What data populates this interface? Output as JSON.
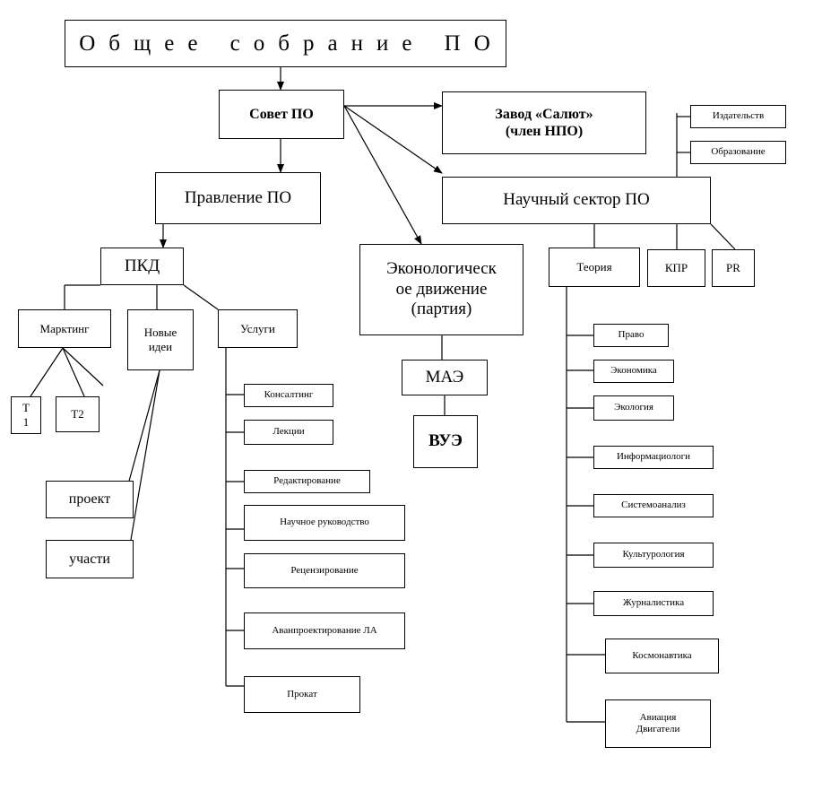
{
  "nodes": {
    "general_meeting": "Общее собрание ПО",
    "council": "Совет ПО",
    "factory": "Завод «Салют»\n(член НПО)",
    "publishing": "Издательств",
    "education": "Образование",
    "board": "Правление ПО",
    "science_sector": "Научный сектор ПО",
    "pkd": "ПКД",
    "eco_movement": "Эконологическ\nое движение\n(партия)",
    "theory": "Теория",
    "kpr": "КПР",
    "pr": "PR",
    "marketing": "Марктинг",
    "new_ideas": "Новые\nидеи",
    "services": "Услуги",
    "t1": "Т\n1",
    "t2": "Т2",
    "project": "проект",
    "participation": "участи",
    "mae": "МАЭ",
    "vue": "ВУЭ",
    "consulting": "Консалтинг",
    "lectures": "Лекции",
    "editing": "Редактирование",
    "scientific_supervision": "Научное руководство",
    "reviewing": "Рецензирование",
    "preliminary_design": "Аванпроектирование ЛА",
    "rental": "Прокат",
    "law": "Право",
    "economics": "Экономика",
    "ecology": "Экология",
    "informatiology": "Информациологи",
    "system_analysis": "Системоанализ",
    "culturology": "Культурология",
    "journalism": "Журналистика",
    "cosmonautics": "Космонавтика",
    "aviation_engines": "Авиация\nДвигатели"
  }
}
